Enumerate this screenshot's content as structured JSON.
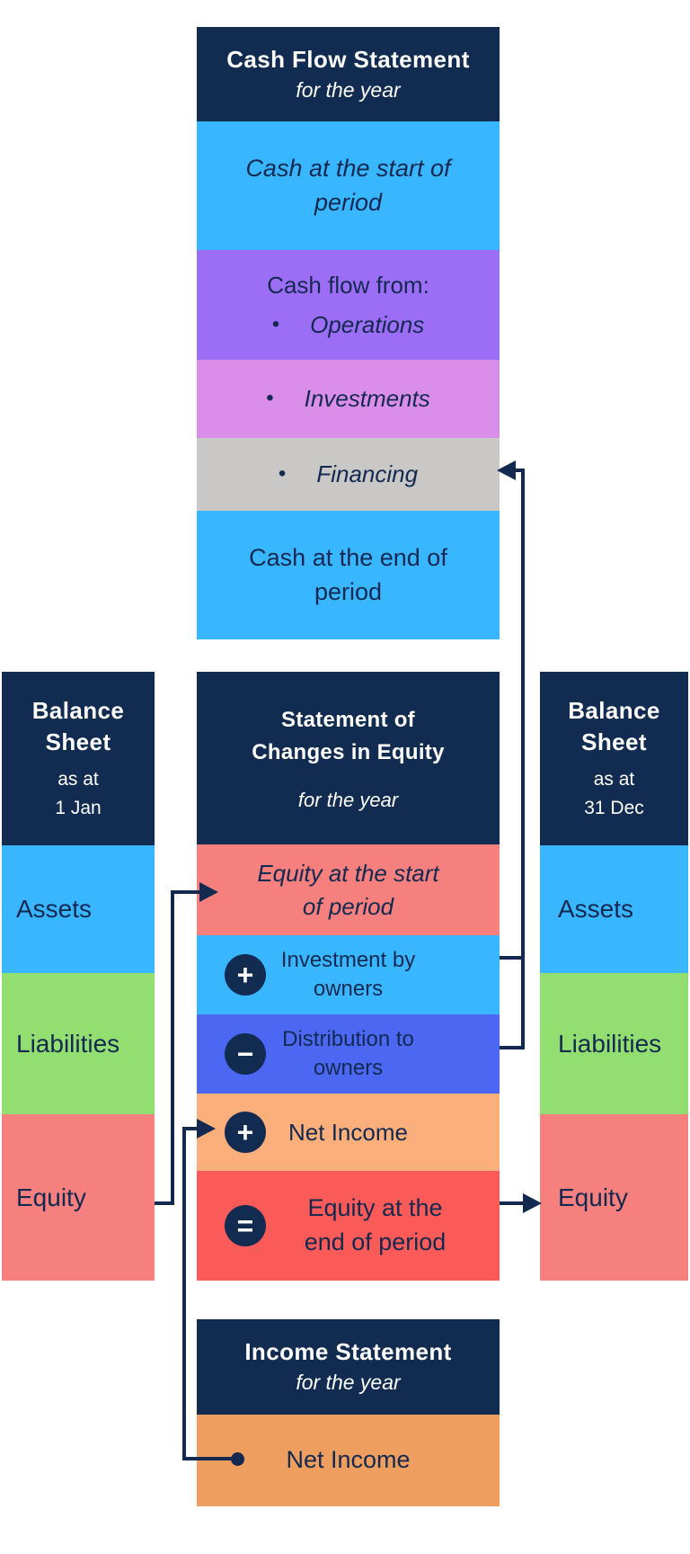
{
  "colors": {
    "navy": "#122B50",
    "sky_blue": "#38B6FF",
    "purple": "#9C6EF6",
    "orchid": "#DB8EE9",
    "gray": "#C9C8C7",
    "salmon": "#F5807E",
    "red": "#FB5B58",
    "royal_blue": "#4C68F3",
    "peach": "#FCAF7B",
    "orange": "#EE9E5F",
    "green": "#93DE71",
    "line": "#13294F",
    "text_navy": "#13294F",
    "text_white": "#FFFFFF"
  },
  "icons": {
    "bullet": "•",
    "plus": "+",
    "minus": "−",
    "equals": "="
  },
  "cash_flow_statement": {
    "title": "Cash Flow Statement",
    "period": "for the year",
    "cash_at_start": "Cash at the start of period",
    "cash_flow_from_label": "Cash flow from:",
    "sources": [
      "Operations",
      "Investments",
      "Financing"
    ],
    "cash_at_end": "Cash at the end of period"
  },
  "balance_sheet_jan": {
    "title": "Balance Sheet",
    "as_at": "as at",
    "date": "1 Jan",
    "sections": [
      "Assets",
      "Liabilities",
      "Equity"
    ]
  },
  "balance_sheet_dec": {
    "title": "Balance Sheet",
    "as_at": "as at",
    "date": "31 Dec",
    "sections": [
      "Assets",
      "Liabilities",
      "Equity"
    ]
  },
  "statement_of_changes_in_equity": {
    "title_line_1": "Statement of",
    "title_line_2": "Changes in Equity",
    "period": "for the year",
    "equity_at_start": "Equity at the start of period",
    "operations": [
      {
        "operator": "+",
        "label": "Investment by owners"
      },
      {
        "operator": "−",
        "label": "Distribution to owners"
      },
      {
        "operator": "+",
        "label": "Net Income"
      },
      {
        "operator": "=",
        "label": "Equity at the end of period"
      }
    ]
  },
  "income_statement": {
    "title": "Income Statement",
    "period": "for the year",
    "net_income": "Net Income"
  }
}
